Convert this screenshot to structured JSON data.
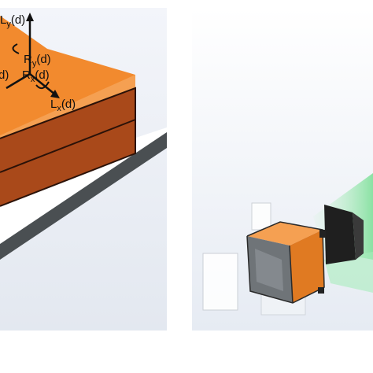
{
  "left_panel": {
    "label_top": "L",
    "label_top_sub": "y",
    "label_top_arg": "(d)",
    "label_ry": "R",
    "label_ry_sub": "y",
    "label_ry_arg": "(d)",
    "label_left": "d)",
    "label_rx": "R",
    "label_rx_sub": "x",
    "label_rx_arg": "(d)",
    "label_lx": "L",
    "label_lx_sub": "x",
    "label_lx_arg": "(d)"
  },
  "colors": {
    "box_top": "#f28a2e",
    "box_front": "#a9491a",
    "box_edge": "#2b1208",
    "rail": "#4a4f52",
    "sensor_dark": "#1f1f1f",
    "beam": "#8fe6a7",
    "bg_panel": "#eef2f8"
  }
}
